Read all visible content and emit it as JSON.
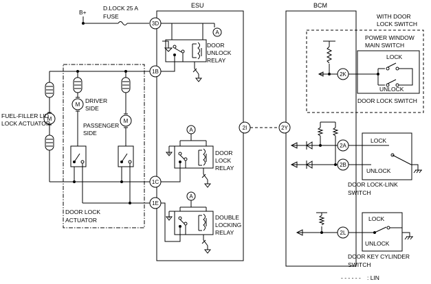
{
  "modules": {
    "esu": "ESU",
    "bcm": "BCM"
  },
  "power": {
    "source": "B+",
    "fuse_line1": "D.LOCK 25 A",
    "fuse_line2": "FUSE"
  },
  "pins": {
    "p3d": "3D",
    "p1b": "1B",
    "p2i": "2I",
    "p1c": "1C",
    "p1e": "1E",
    "p2y": "2Y",
    "p2k": "2K",
    "p2a": "2A",
    "p2b": "2B",
    "p2l": "2L"
  },
  "connector_mark": "A",
  "relays": {
    "unlock": [
      "DOOR",
      "UNLOCK",
      "RELAY"
    ],
    "lock": [
      "DOOR",
      "LOCK",
      "RELAY"
    ],
    "double": [
      "DOUBLE",
      "LOCKING",
      "RELAY"
    ]
  },
  "actuator": {
    "driver": [
      "DRIVER",
      "SIDE"
    ],
    "passenger": [
      "PASSENGER",
      "SIDE"
    ],
    "label": [
      "DOOR LOCK",
      "ACTUATOR"
    ],
    "fuel": [
      "FUEL-FILLER LID",
      "LOCK ACTUATOR"
    ],
    "motor": "M"
  },
  "switches": {
    "with_door": [
      "WITH DOOR",
      "LOCK SWITCH"
    ],
    "pw_main": [
      "POWER WINDOW",
      "MAIN SWITCH"
    ],
    "lock": "LOCK",
    "unlock": "UNLOCK",
    "door_lock_switch": "DOOR LOCK SWITCH",
    "lock_link": [
      "DOOR LOCK-LINK",
      "SWITCH"
    ],
    "key_cyl": [
      "DOOR KEY CYLINDER",
      "SWITCH"
    ]
  },
  "legend": {
    "dash": "- - - - - -",
    "lin": ": LIN"
  }
}
